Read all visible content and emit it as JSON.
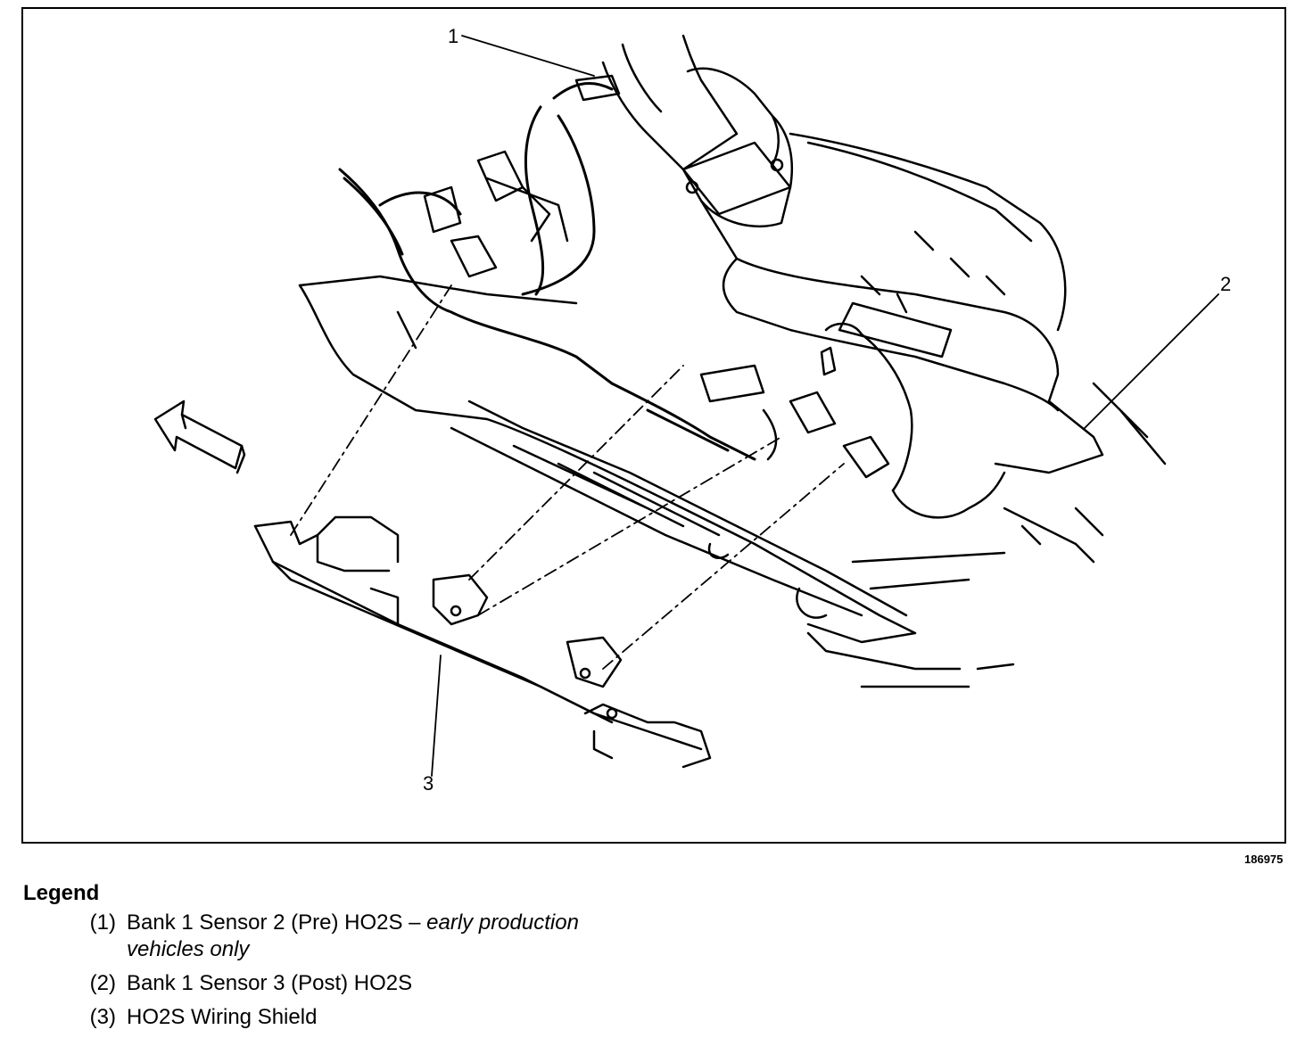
{
  "diagram": {
    "callouts": [
      {
        "id": "1",
        "label": "1"
      },
      {
        "id": "2",
        "label": "2"
      },
      {
        "id": "3",
        "label": "3"
      }
    ],
    "figure_id": "186975"
  },
  "legend": {
    "title": "Legend",
    "items": [
      {
        "num": "(1)",
        "text": "Bank 1 Sensor 2 (Pre) HO2S – ",
        "italic": "early production vehicles only"
      },
      {
        "num": "(2)",
        "text": "Bank 1 Sensor 3 (Post) HO2S",
        "italic": ""
      },
      {
        "num": "(3)",
        "text": "HO2S Wiring Shield",
        "italic": ""
      }
    ]
  }
}
